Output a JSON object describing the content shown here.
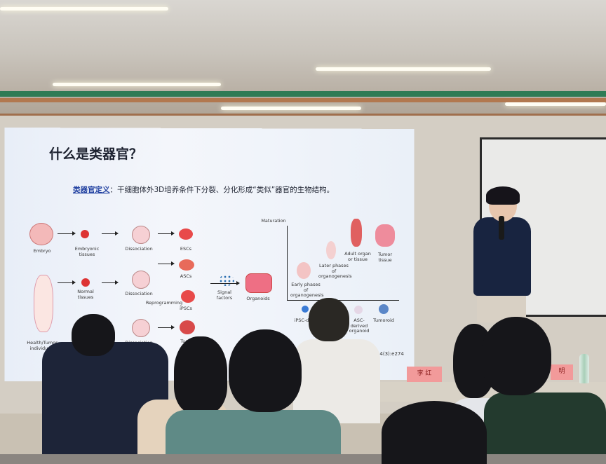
{
  "slide": {
    "title": "什么是类器官？",
    "definition_term": "类器官定义",
    "definition_text": "：干细胞体外3D培养条件下分裂、分化形成“类似”器官的生物结构。",
    "left_diagram": {
      "labels": [
        "Embryo",
        "Embryonic tissues",
        "Dissociation",
        "ESCs",
        "Normal tissues",
        "Dissociation",
        "ASCs",
        "Reprogramming",
        "iPSCs",
        "Signal factors",
        "Organoids",
        "Health/Tumor individuals",
        "Dissociation",
        "Tum"
      ]
    },
    "right_diagram": {
      "y_axis_label": "Maturation",
      "labels": [
        "Adult organ or tissue",
        "Tumor tissue",
        "Later phases of organogenesis",
        "Early phases of organogenesis",
        "iPSC-de",
        "ASC-derived organoid",
        "Tumoroid"
      ]
    },
    "citation": "17;4(3):e274"
  },
  "name_cards": [
    "李 红",
    "明"
  ]
}
